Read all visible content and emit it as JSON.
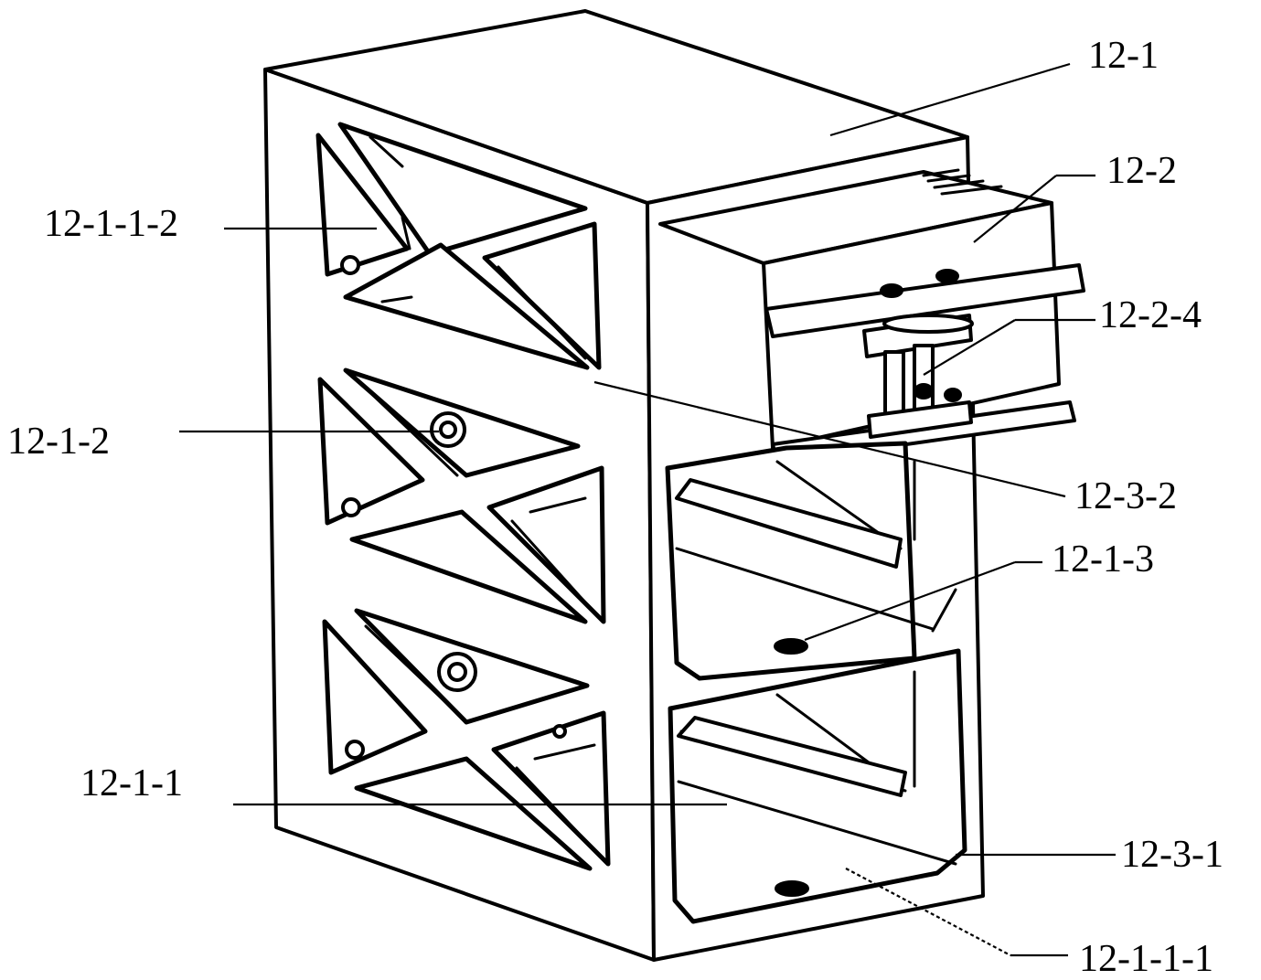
{
  "labels": {
    "top_plate": "12-1",
    "bracket": "12-2",
    "side_ribs_upper": "12-1-1-2",
    "bracket_post": "12-2-4",
    "side_panel": "12-1-2",
    "inner_rib_upper": "12-3-2",
    "bottom_hole": "12-1-3",
    "side_ribs_lower": "12-1-1",
    "inner_rib_lower": "12-3-1",
    "bottom_plate": "12-1-1-1"
  }
}
